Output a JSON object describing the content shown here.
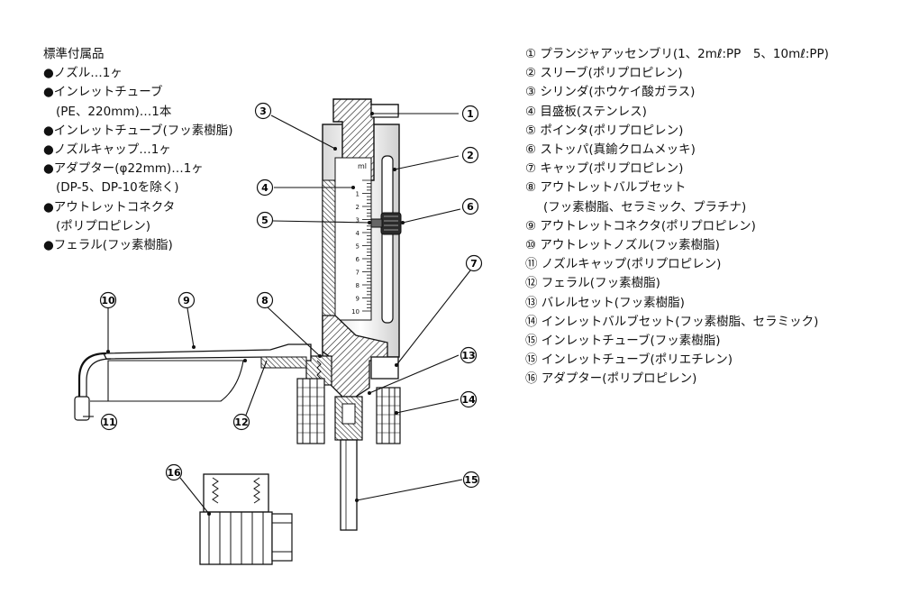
{
  "accessories": {
    "title": "標準付属品",
    "items": [
      {
        "line": "●ノズル…1ヶ"
      },
      {
        "line": "●インレットチューブ",
        "sub": "(PE、220mm)…1本"
      },
      {
        "line": "●インレットチューブ(フッ素樹脂)"
      },
      {
        "line": "●ノズルキャップ…1ヶ"
      },
      {
        "line": "●アダプター(φ22mm)…1ヶ",
        "sub": "(DP-5、DP-10を除く)"
      },
      {
        "line": "●アウトレットコネクタ",
        "sub": "(ポリプロピレン)"
      },
      {
        "line": "●フェラル(フッ素樹脂)"
      }
    ]
  },
  "parts": [
    {
      "no": "①",
      "name": "プランジャアッセンブリ(1、2mℓ:PP　5、10mℓ:PP)"
    },
    {
      "no": "②",
      "name": "スリーブ(ポリプロピレン)"
    },
    {
      "no": "③",
      "name": "シリンダ(ホウケイ酸ガラス)"
    },
    {
      "no": "④",
      "name": "目盛板(ステンレス)"
    },
    {
      "no": "⑤",
      "name": "ポインタ(ポリプロピレン)"
    },
    {
      "no": "⑥",
      "name": "ストッパ(真鍮クロムメッキ)"
    },
    {
      "no": "⑦",
      "name": "キャップ(ポリプロピレン)"
    },
    {
      "no": "⑧",
      "name": "アウトレットバルブセット",
      "cont": "(フッ素樹脂、セラミック、プラチナ)"
    },
    {
      "no": "⑨",
      "name": "アウトレットコネクタ(ポリプロピレン)"
    },
    {
      "no": "⑩",
      "name": "アウトレットノズル(フッ素樹脂)"
    },
    {
      "no": "⑪",
      "name": "ノズルキャップ(ポリプロピレン)"
    },
    {
      "no": "⑫",
      "name": "フェラル(フッ素樹脂)"
    },
    {
      "no": "⑬",
      "name": "バレルセット(フッ素樹脂)"
    },
    {
      "no": "⑭",
      "name": "インレットバルブセット(フッ素樹脂、セラミック)"
    },
    {
      "no": "⑮",
      "name": "インレットチューブ(フッ素樹脂)"
    },
    {
      "no": "⑮",
      "name": "インレットチューブ(ポリエチレン)"
    },
    {
      "no": "⑯",
      "name": "アダプター(ポリプロピレン)"
    }
  ],
  "diagram": {
    "scale_unit": "ml",
    "scale_ticks": [
      "1",
      "2",
      "3",
      "4",
      "5",
      "6",
      "7",
      "8",
      "9",
      "10"
    ],
    "callouts": [
      "1",
      "2",
      "3",
      "4",
      "5",
      "6",
      "7",
      "8",
      "9",
      "10",
      "11",
      "12",
      "13",
      "14",
      "15",
      "16"
    ]
  }
}
